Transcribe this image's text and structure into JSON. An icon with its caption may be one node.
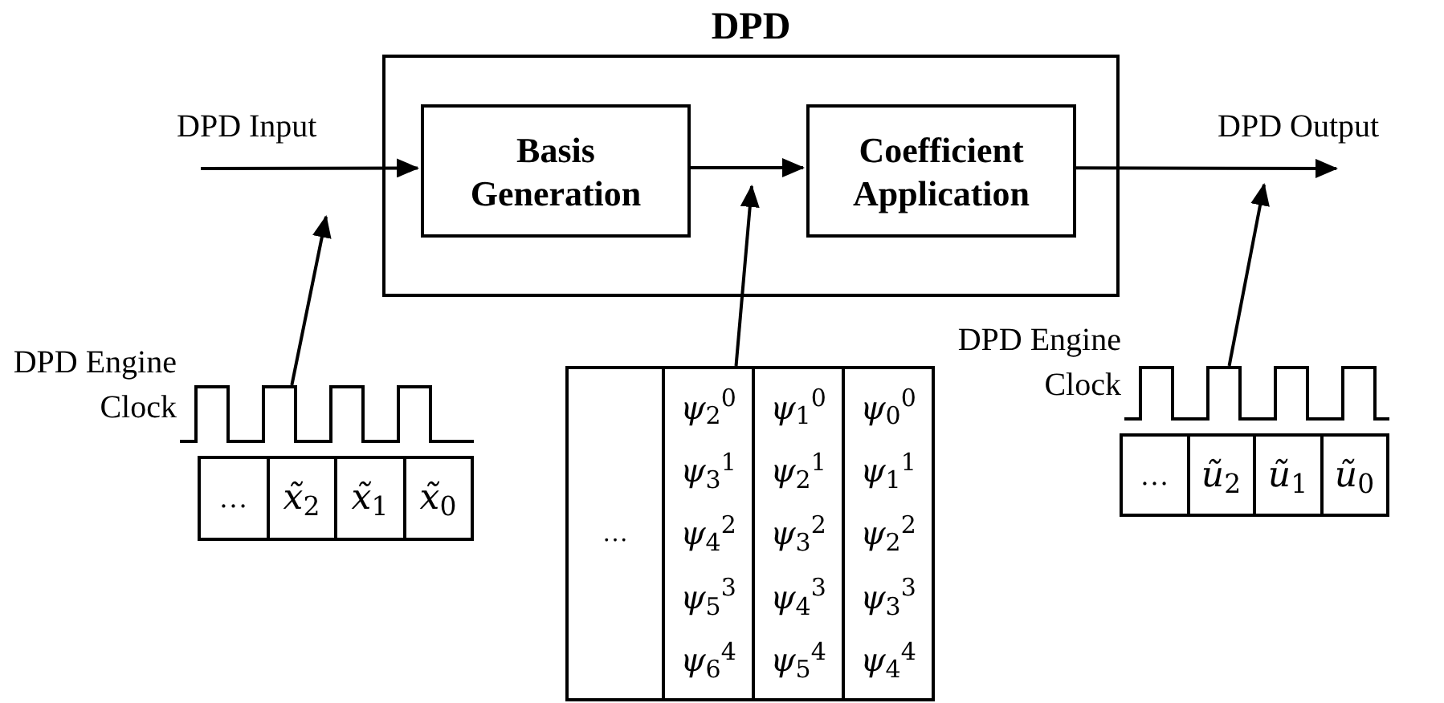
{
  "diagram": {
    "nodes": [
      {
        "text": [
          "DPD"
        ]
      },
      {
        "text": [
          "Basis Generation"
        ],
        "in": 0
      },
      {
        "text": [
          "Coefficient Application"
        ],
        "in": 0
      },
      {
        "text": [],
        "shape": "picture",
        "beside": [
          "DPD Engine Clock"
        ]
      },
      {
        "text": [
          "…",
          "*x̃*$_{2}$",
          "*x̃*$_{1}$",
          "*x̃*$_{0}$"
        ]
      },
      {
        "text": [
          "…",
          "*ψ*$_{2}$$^{0}$",
          "*ψ*$_{3}$$^{1}$",
          "*ψ*$_{4}$$^{2}$",
          "*ψ*$_{5}$$^{3}$",
          "*ψ*$_{6}$$^{4}$",
          "*ψ*$_{1}$$^{0}$",
          "*ψ*$_{2}$$^{1}$",
          "*ψ*$_{3}$$^{2}$",
          "*ψ*$_{4}$$^{3}$",
          "*ψ*$_{5}$$^{4}$",
          "*ψ*$_{0}$$^{0}$",
          "*ψ*$_{1}$$^{1}$",
          "*ψ*$_{2}$$^{2}$",
          "*ψ*$_{3}$$^{3}$",
          "*ψ*$_{4}$$^{4}$"
        ]
      },
      {
        "text": [],
        "shape": "picture",
        "beside": [
          "DPD Engine Clock"
        ]
      },
      {
        "text": [
          "…",
          "*ũ*$_{2}$",
          "*ũ*$_{1}$",
          "*ũ*$_{0}$"
        ]
      }
    ],
    "edges": [
      {
        "from": null,
        "to": 1,
        "arrow": "to",
        "label": "DPD Input"
      },
      {
        "from": 1,
        "to": 2,
        "arrow": "to"
      },
      {
        "from": 2,
        "to": null,
        "arrow": "to",
        "label": "DPD Output"
      },
      {
        "from": 3,
        "to": null,
        "arrow": "to"
      },
      {
        "from": 5,
        "to": null,
        "arrow": "to"
      },
      {
        "from": 6,
        "to": null,
        "arrow": "to"
      }
    ]
  }
}
